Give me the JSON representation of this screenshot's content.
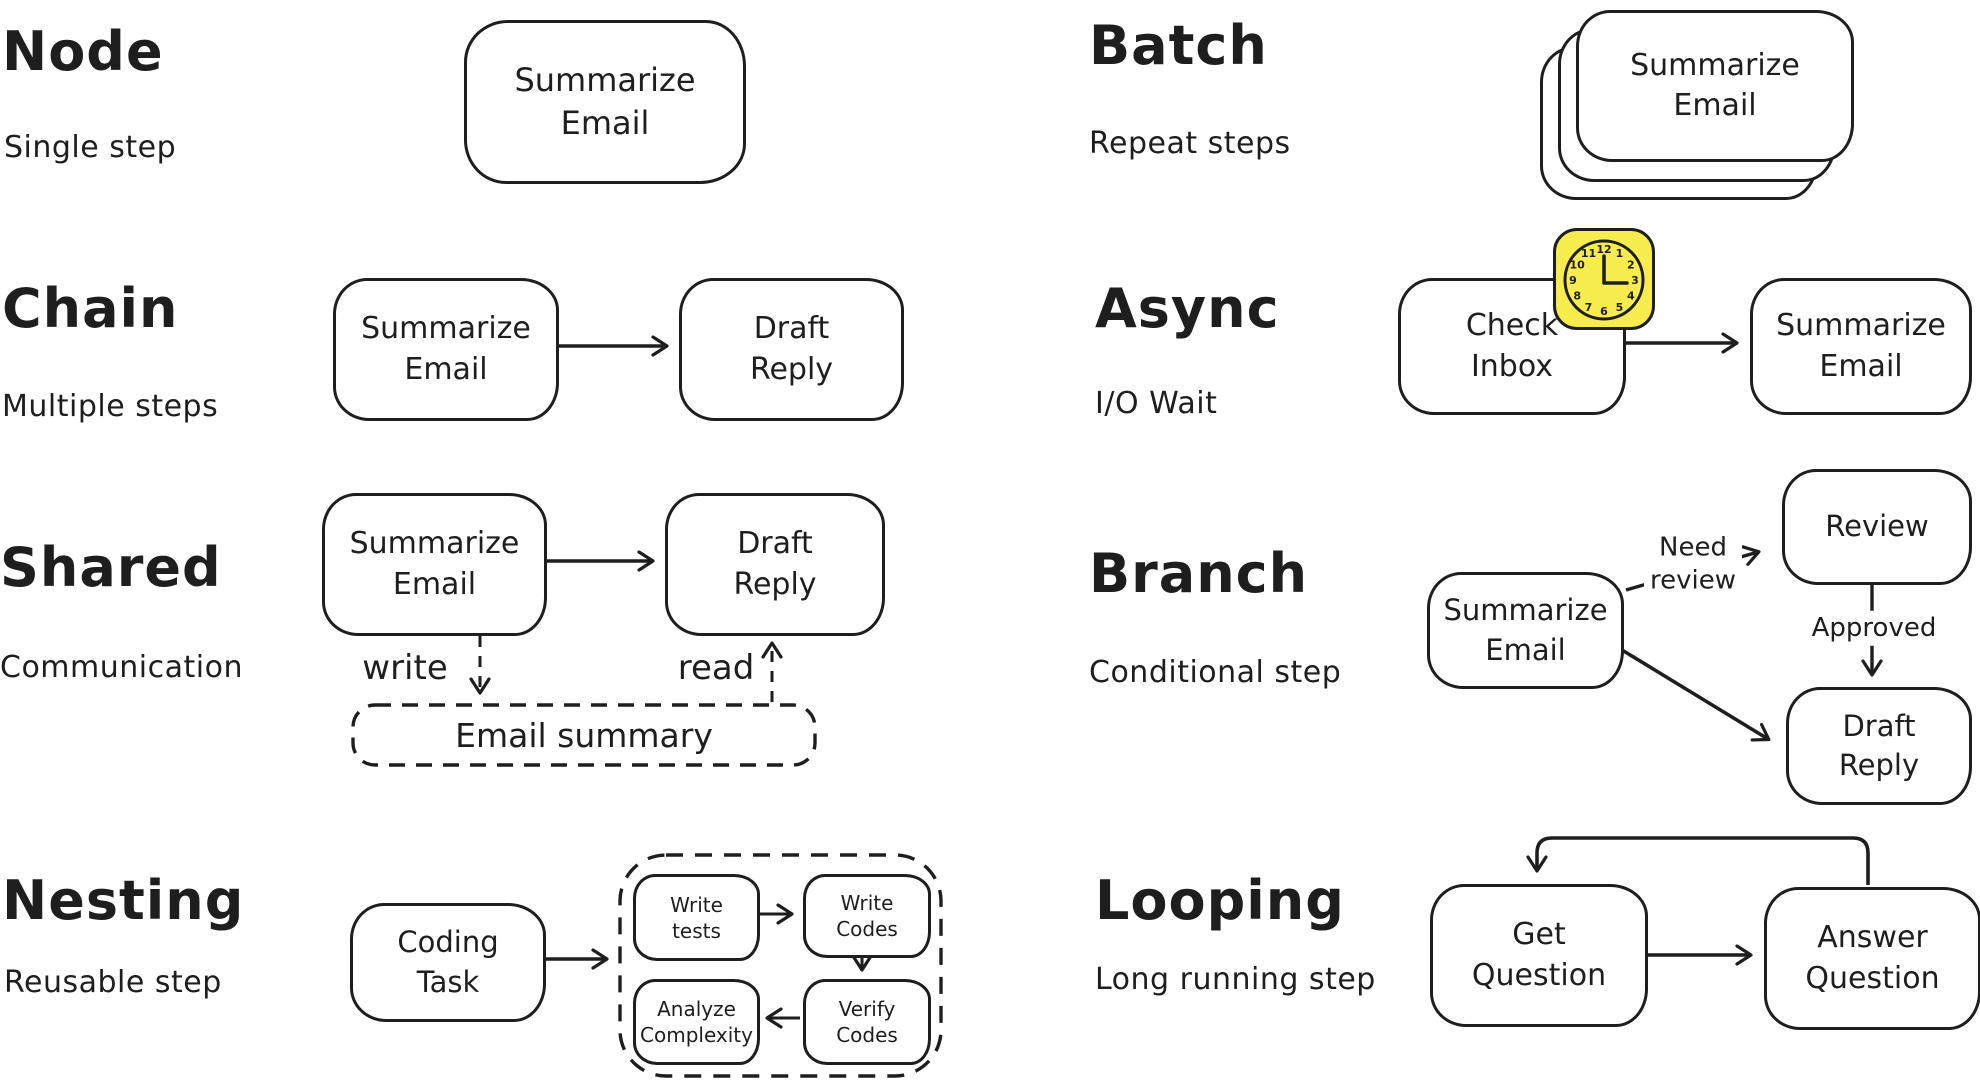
{
  "colors": {
    "ink": "#1e1e1e",
    "paper": "#ffffff",
    "clock_yellow": "#f6ec4e"
  },
  "sections": {
    "node": {
      "title": "Node",
      "subtitle": "Single step",
      "box_label": "Summarize\nEmail"
    },
    "chain": {
      "title": "Chain",
      "subtitle": "Multiple steps",
      "box1_label": "Summarize\nEmail",
      "box2_label": "Draft\nReply"
    },
    "shared": {
      "title": "Shared",
      "subtitle": "Communication",
      "box1_label": "Summarize\nEmail",
      "box2_label": "Draft\nReply",
      "write_label": "write",
      "read_label": "read",
      "store_label": "Email summary"
    },
    "nesting": {
      "title": "Nesting",
      "subtitle": "Reusable step",
      "main_label": "Coding\nTask",
      "inner_top_left": "Write\ntests",
      "inner_top_right": "Write\nCodes",
      "inner_bottom_left": "Analyze\nComplexity",
      "inner_bottom_right": "Verify\nCodes"
    },
    "batch": {
      "title": "Batch",
      "subtitle": "Repeat steps",
      "card_label": "Summarize\nEmail"
    },
    "async": {
      "title": "Async",
      "subtitle": "I/O Wait",
      "box1_label": "Check\nInbox",
      "box2_label": "Summarize\nEmail",
      "clock_numerals": [
        "12",
        "1",
        "2",
        "3",
        "4",
        "5",
        "6",
        "7",
        "8",
        "9",
        "10",
        "11"
      ]
    },
    "branch": {
      "title": "Branch",
      "subtitle": "Conditional step",
      "source_label": "Summarize\nEmail",
      "review_label": "Review",
      "draft_label": "Draft\nReply",
      "need_label": "Need\nreview",
      "approved_label": "Approved"
    },
    "looping": {
      "title": "Looping",
      "subtitle": "Long running step",
      "box1_label": "Get\nQuestion",
      "box2_label": "Answer\nQuestion"
    }
  }
}
